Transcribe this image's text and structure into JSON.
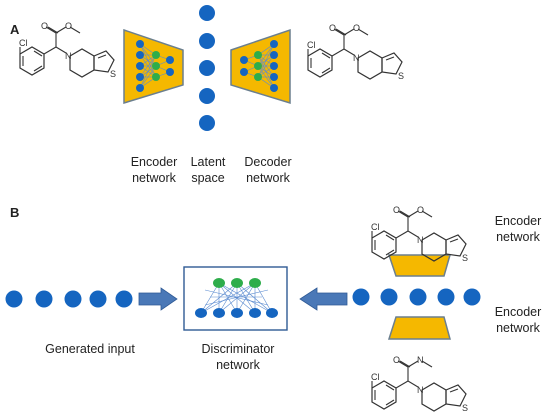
{
  "panels": {
    "a": "A",
    "b": "B"
  },
  "labels": {
    "encoder_a": [
      "Encoder",
      "network"
    ],
    "latent": [
      "Latent",
      "space"
    ],
    "decoder": [
      "Decoder",
      "network"
    ],
    "encoder_b_top": [
      "Encoder",
      "network"
    ],
    "encoder_b_bottom": [
      "Encoder",
      "network"
    ],
    "generated_input": "Generated input",
    "discriminator": [
      "Discriminator",
      "network"
    ]
  },
  "molecule_atoms": {
    "cl": "Cl",
    "o": "O",
    "n": "N",
    "s": "S",
    "nh": "N"
  },
  "colors": {
    "trap_fill": "#F5B800",
    "trap_stroke": "#6b7f8e",
    "node_blue": "#1565C0",
    "node_green": "#2EAD4B",
    "arrow_fill": "#4A78B7",
    "edge": "#5B8BD0"
  }
}
